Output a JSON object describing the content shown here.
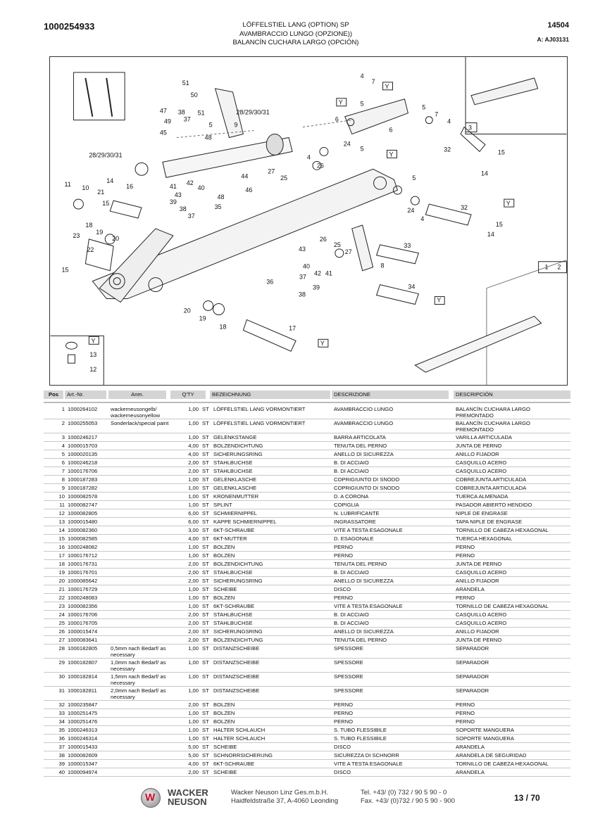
{
  "header": {
    "doc_number": "1000254933",
    "titles": [
      "LÖFFELSTIEL LANG (OPTION) SP",
      "AVAMBRACCIO LUNGO (OPZIONE))",
      "BALANCÍN CUCHARA LARGO (OPCIÓN)"
    ],
    "page_id": "14504",
    "revision": "A: AJ03131"
  },
  "diagram": {
    "callouts": [
      "51",
      "50",
      "47",
      "38",
      "49",
      "37",
      "45",
      "51",
      "5",
      "9",
      "28/29/30/31",
      "48",
      "4",
      "7",
      "Y",
      "Y",
      "5",
      "6",
      "6",
      "5",
      "7",
      "4",
      "Y",
      "28/29/30/31",
      "24",
      "5",
      "4",
      "26",
      "27",
      "25",
      "44",
      "42",
      "41",
      "43",
      "40",
      "48",
      "46",
      "39",
      "38",
      "35",
      "37",
      "11",
      "10",
      "21",
      "14",
      "16",
      "15",
      "18",
      "19",
      "20",
      "23",
      "22",
      "15",
      "5",
      "24",
      "4",
      "32",
      "15",
      "14",
      "Y",
      "26",
      "25",
      "27",
      "43",
      "40",
      "42",
      "41",
      "8",
      "33",
      "36",
      "37",
      "39",
      "38",
      "34",
      "Y",
      "20",
      "19",
      "18",
      "17",
      "Y",
      "Y",
      "13",
      "12",
      "32",
      "15",
      "14",
      "3",
      "1",
      "2"
    ]
  },
  "table": {
    "headers": {
      "pos": "Pos",
      "art": "Art.-Nr.",
      "anm": "Anm.",
      "qty": "Q'TY",
      "bez": "BEZEICHNUNG",
      "ita": "DESCRIZIONE",
      "esp": "DESCRIPCIÓN"
    },
    "rows": [
      {
        "pos": "1",
        "art": "1000264102",
        "anm": "wackerneusongelb/ wackerneusonyellow",
        "qty": "1,00",
        "unit": "ST",
        "bez": "LÖFFELSTIEL LANG VORMONTIERT",
        "ita": "AVAMBRACCIO LUNGO",
        "esp": "BALANCÍN CUCHARA LARGO PREMONTADO"
      },
      {
        "pos": "2",
        "art": "1000255053",
        "anm": "Sonderlack/special paint",
        "qty": "1,00",
        "unit": "ST",
        "bez": "LÖFFELSTIEL LANG VORMONTIERT",
        "ita": "AVAMBRACCIO LUNGO",
        "esp": "BALANCÍN CUCHARA LARGO PREMONTADO"
      },
      {
        "pos": "3",
        "art": "1000246217",
        "anm": "",
        "qty": "1,00",
        "unit": "ST",
        "bez": "GELENKSTANGE",
        "ita": "BARRA ARTICOLATA",
        "esp": "VARILLA ARTICULADA"
      },
      {
        "pos": "4",
        "art": "1000015703",
        "anm": "",
        "qty": "4,00",
        "unit": "ST",
        "bez": "BOLZENDICHTUNG",
        "ita": "TENUTA DEL PERNO",
        "esp": "JUNTA DE PERNO"
      },
      {
        "pos": "5",
        "art": "1000020135",
        "anm": "",
        "qty": "4,00",
        "unit": "ST",
        "bez": "SICHERUNGSRING",
        "ita": "ANELLO DI SICUREZZA",
        "esp": "ANILLO FIJADOR"
      },
      {
        "pos": "6",
        "art": "1000246218",
        "anm": "",
        "qty": "2,00",
        "unit": "ST",
        "bez": "STAHLBUCHSE",
        "ita": "B. DI ACCIAIO",
        "esp": "CASQUILLO ACERO"
      },
      {
        "pos": "7",
        "art": "1000176706",
        "anm": "",
        "qty": "2,00",
        "unit": "ST",
        "bez": "STAHLBUCHSE",
        "ita": "B. DI ACCIAIO",
        "esp": "CASQUILLO ACERO"
      },
      {
        "pos": "8",
        "art": "1000187283",
        "anm": "",
        "qty": "1,00",
        "unit": "ST",
        "bez": "GELENKLASCHE",
        "ita": "COPRIGIUNTO DI SNODO",
        "esp": "COBREJUNTA ARTICULADA"
      },
      {
        "pos": "9",
        "art": "1000187282",
        "anm": "",
        "qty": "1,00",
        "unit": "ST",
        "bez": "GELENKLASCHE",
        "ita": "COPRIGIUNTO DI SNODO",
        "esp": "COBREJUNTA ARTICULADA"
      },
      {
        "pos": "10",
        "art": "1000082578",
        "anm": "",
        "qty": "1,00",
        "unit": "ST",
        "bez": "KRONENMUTTER",
        "ita": "D. A CORONA",
        "esp": "TUERCA ALMENADA"
      },
      {
        "pos": "11",
        "art": "1000082747",
        "anm": "",
        "qty": "1,00",
        "unit": "ST",
        "bez": "SPLINT",
        "ita": "COPIGLIA",
        "esp": "PASADOR ABIERTO HENDIDO"
      },
      {
        "pos": "12",
        "art": "1000082805",
        "anm": "",
        "qty": "6,00",
        "unit": "ST",
        "bez": "SCHMIERNIPPEL",
        "ita": "N. LUBRIFICANTE",
        "esp": "NIPLE DE ENGRASE"
      },
      {
        "pos": "13",
        "art": "1000015480",
        "anm": "",
        "qty": "6,00",
        "unit": "ST",
        "bez": "KAPPE SCHMIERNIPPEL",
        "ita": "INGRASSATORE",
        "esp": "TAPA NIPLE DE ENGRASE"
      },
      {
        "pos": "14",
        "art": "1000082360",
        "anm": "",
        "qty": "3,00",
        "unit": "ST",
        "bez": "6KT-SCHRAUBE",
        "ita": "VITE A TESTA ESAGONALE",
        "esp": "TORNILLO DE CABEZA HEXAGONAL"
      },
      {
        "pos": "15",
        "art": "1000082585",
        "anm": "",
        "qty": "4,00",
        "unit": "ST",
        "bez": "6KT-MUTTER",
        "ita": "D. ESAGONALE",
        "esp": "TUERCA HEXAGONAL"
      },
      {
        "pos": "16",
        "art": "1000248082",
        "anm": "",
        "qty": "1,00",
        "unit": "ST",
        "bez": "BOLZEN",
        "ita": "PERNO",
        "esp": "PERNO"
      },
      {
        "pos": "17",
        "art": "1000176712",
        "anm": "",
        "qty": "1,00",
        "unit": "ST",
        "bez": "BOLZEN",
        "ita": "PERNO",
        "esp": "PERNO"
      },
      {
        "pos": "18",
        "art": "1000176731",
        "anm": "",
        "qty": "2,00",
        "unit": "ST",
        "bez": "BOLZENDICHTUNG",
        "ita": "TENUTA DEL PERNO",
        "esp": "JUNTA DE PERNO"
      },
      {
        "pos": "19",
        "art": "1000176701",
        "anm": "",
        "qty": "2,00",
        "unit": "ST",
        "bez": "STAHLBUCHSE",
        "ita": "B. DI ACCIAIO",
        "esp": "CASQUILLO ACERO"
      },
      {
        "pos": "20",
        "art": "1000085642",
        "anm": "",
        "qty": "2,00",
        "unit": "ST",
        "bez": "SICHERUNGSRING",
        "ita": "ANELLO DI SICUREZZA",
        "esp": "ANILLO FIJADOR"
      },
      {
        "pos": "21",
        "art": "1000176729",
        "anm": "",
        "qty": "1,00",
        "unit": "ST",
        "bez": "SCHEIBE",
        "ita": "DISCO",
        "esp": "ARANDELA"
      },
      {
        "pos": "22",
        "art": "1000248083",
        "anm": "",
        "qty": "1,00",
        "unit": "ST",
        "bez": "BOLZEN",
        "ita": "PERNO",
        "esp": "PERNO"
      },
      {
        "pos": "23",
        "art": "1000082356",
        "anm": "",
        "qty": "1,00",
        "unit": "ST",
        "bez": "6KT-SCHRAUBE",
        "ita": "VITE A TESTA ESAGONALE",
        "esp": "TORNILLO DE CABEZA HEXAGONAL"
      },
      {
        "pos": "24",
        "art": "1000176706",
        "anm": "",
        "qty": "2,00",
        "unit": "ST",
        "bez": "STAHLBUCHSE",
        "ita": "B. DI ACCIAIO",
        "esp": "CASQUILLO ACERO"
      },
      {
        "pos": "25",
        "art": "1000176705",
        "anm": "",
        "qty": "2,00",
        "unit": "ST",
        "bez": "STAHLBUCHSE",
        "ita": "B. DI ACCIAIO",
        "esp": "CASQUILLO ACERO"
      },
      {
        "pos": "26",
        "art": "1000015474",
        "anm": "",
        "qty": "2,00",
        "unit": "ST",
        "bez": "SICHERUNGSRING",
        "ita": "ANELLO DI SICUREZZA",
        "esp": "ANILLO FIJADOR"
      },
      {
        "pos": "27",
        "art": "1000083641",
        "anm": "",
        "qty": "2,00",
        "unit": "ST",
        "bez": "BOLZENDICHTUNG",
        "ita": "TENUTA DEL PERNO",
        "esp": "JUNTA DE PERNO"
      },
      {
        "pos": "28",
        "art": "1000182805",
        "anm": "0,5mm nach Bedarf/ as necessary",
        "qty": "1,00",
        "unit": "ST",
        "bez": "DISTANZSCHEIBE",
        "ita": "SPESSORE",
        "esp": "SEPARADOR"
      },
      {
        "pos": "29",
        "art": "1000182807",
        "anm": "1,0mm nach Bedarf/ as necessary",
        "qty": "1,00",
        "unit": "ST",
        "bez": "DISTANZSCHEIBE",
        "ita": "SPESSORE",
        "esp": "SEPARADOR"
      },
      {
        "pos": "30",
        "art": "1000182814",
        "anm": "1,5mm nach Bedarf/ as necessary",
        "qty": "1,00",
        "unit": "ST",
        "bez": "DISTANZSCHEIBE",
        "ita": "SPESSORE",
        "esp": "SEPARADOR"
      },
      {
        "pos": "31",
        "art": "1000182811",
        "anm": "2,0mm nach Bedarf/ as necessary",
        "qty": "1,00",
        "unit": "ST",
        "bez": "DISTANZSCHEIBE",
        "ita": "SPESSORE",
        "esp": "SEPARADOR"
      },
      {
        "pos": "32",
        "art": "1000235847",
        "anm": "",
        "qty": "2,00",
        "unit": "ST",
        "bez": "BOLZEN",
        "ita": "PERNO",
        "esp": "PERNO"
      },
      {
        "pos": "33",
        "art": "1000251475",
        "anm": "",
        "qty": "1,00",
        "unit": "ST",
        "bez": "BOLZEN",
        "ita": "PERNO",
        "esp": "PERNO"
      },
      {
        "pos": "34",
        "art": "1000251476",
        "anm": "",
        "qty": "1,00",
        "unit": "ST",
        "bez": "BOLZEN",
        "ita": "PERNO",
        "esp": "PERNO"
      },
      {
        "pos": "35",
        "art": "1000246313",
        "anm": "",
        "qty": "1,00",
        "unit": "ST",
        "bez": "HALTER SCHLAUCH",
        "ita": "S. TUBO FLESSIBILE",
        "esp": "SOPORTE MANGUERA"
      },
      {
        "pos": "36",
        "art": "1000246314",
        "anm": "",
        "qty": "1,00",
        "unit": "ST",
        "bez": "HALTER SCHLAUCH",
        "ita": "S. TUBO FLESSIBILE",
        "esp": "SOPORTE MANGUERA"
      },
      {
        "pos": "37",
        "art": "1000015433",
        "anm": "",
        "qty": "5,00",
        "unit": "ST",
        "bez": "SCHEIBE",
        "ita": "DISCO",
        "esp": "ARANDELA"
      },
      {
        "pos": "38",
        "art": "1000082609",
        "anm": "",
        "qty": "5,00",
        "unit": "ST",
        "bez": "SCHNORRSICHERUNG",
        "ita": "SICUREZZA DI SCHNORR",
        "esp": "ARANDELA DE SEGURIDAD"
      },
      {
        "pos": "39",
        "art": "1000015347",
        "anm": "",
        "qty": "4,00",
        "unit": "ST",
        "bez": "6KT-SCHRAUBE",
        "ita": "VITE A TESTA ESAGONALE",
        "esp": "TORNILLO DE CABEZA HEXAGONAL"
      },
      {
        "pos": "40",
        "art": "1000094974",
        "anm": "",
        "qty": "2,00",
        "unit": "ST",
        "bez": "SCHEIBE",
        "ita": "DISCO",
        "esp": "ARANDELA"
      }
    ]
  },
  "footer": {
    "logo_text": "W",
    "brand_line1": "WACKER",
    "brand_line2": "NEUSON",
    "company": "Wacker Neuson Linz  Ges.m.b.H.",
    "address": "Haidfeldstraße 37, A-4060 Leonding",
    "tel": "Tel.  +43/ (0) 732 / 90 5 90 - 0",
    "fax": "Fax. +43/ (0)732 / 90 5 90 - 900",
    "page": "13 / 70"
  }
}
